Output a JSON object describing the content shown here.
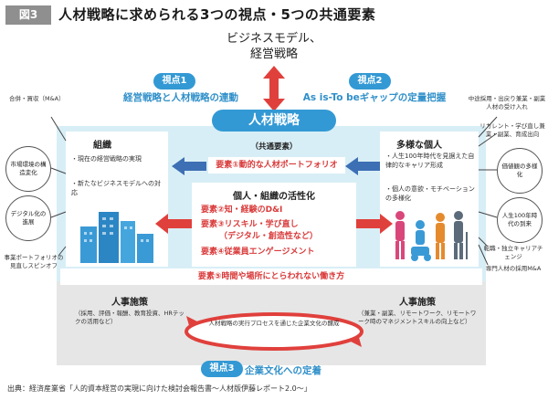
{
  "header": {
    "badge": "図3",
    "title": "人材戦略に求められる3つの視点・5つの共通要素"
  },
  "top": {
    "line1": "ビジネスモデル、",
    "line2": "経営戦略"
  },
  "viewpoint1": {
    "badge": "視点1",
    "text": "経営戦略と人材戦略の連動"
  },
  "viewpoint2": {
    "badge": "視点2",
    "text": "As is-To beギャップの定量把握"
  },
  "viewpoint3": {
    "badge": "視点3",
    "text": "企業文化への定着"
  },
  "hr_strategy": "人材戦略",
  "common_label": "（共通要素）",
  "elements": {
    "e1": "要素①動的な人材ポートフォリオ",
    "activation_title": "個人・組織の活性化",
    "e2": "要素②知・経験のD&I",
    "e3a": "要素③リスキル・学び直し",
    "e3b": "（デジタル・創造性など）",
    "e4": "要素④従業員エンゲージメント",
    "e5": "要素⑤時間や場所にとらわれない働き方"
  },
  "organization": {
    "title": "組織",
    "bullets": [
      "・現在の経営戦略の実現",
      "・新たなビジネスモデルへの対応"
    ]
  },
  "individuals": {
    "title": "多様な個人",
    "bullets": [
      "・人生100年時代を見据えた自律的なキャリア形成",
      "・個人の意欲・モチベーションの多様化"
    ]
  },
  "left_notes": {
    "mna": "合併・買収（M&A）",
    "c1": "市場環境の構造変化",
    "c2": "デジタル化の進展",
    "bottom": "事業ポートフォリオの見直しスピンオフ"
  },
  "right_notes": {
    "top1": "中途採用・出戻り兼業・副業人材の受け入れ",
    "top2": "リカレント・学び直し兼業・副業、育成出向",
    "c1": "価値観の多様化",
    "c2": "人生100年時代の到来",
    "b1": "転職・独立キャリアチェンジ",
    "b2": "専門人材の採用M&A"
  },
  "hr_measures_left": {
    "title": "人事施策",
    "text": "（採用、評価・報酬、教育投資、HRテックの活用など）"
  },
  "hr_measures_right": {
    "title": "人事施策",
    "text": "（兼業・副業、リモートワーク、リモートワーク時のマネジメントスキルの向上など）"
  },
  "culture_text": "人材戦略の実行プロセスを通じた企業文化の醸成",
  "source": "出典：経済産業省「人的資本経営の実現に向けた検討会報告書～人材版伊藤レポート2.0～」",
  "colors": {
    "accent_blue": "#3399d4",
    "red": "#e0403c",
    "light_blue": "#d8eef6",
    "grey": "#e6e6e6"
  }
}
